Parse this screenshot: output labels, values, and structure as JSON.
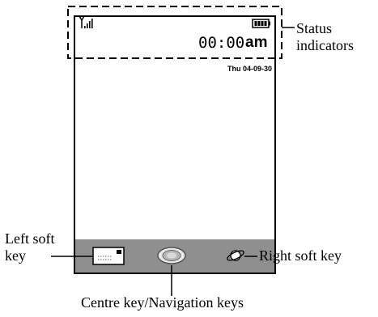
{
  "status_bar": {
    "time": "00:00",
    "ampm": "am",
    "date": "Thu 04-09-30",
    "signal_icon": "signal-strength-icon",
    "battery_icon": "battery-icon"
  },
  "soft_keys": {
    "left_icon": "message-icon",
    "centre_icon": "navigation-key-icon",
    "right_icon": "internet-icon"
  },
  "callouts": {
    "status_line1": "Status",
    "status_line2": "indicators",
    "left_line1": "Left soft",
    "left_line2": "key",
    "right": "Right soft key",
    "centre": "Centre key/Navigation keys"
  },
  "colors": {
    "soft_key_bar": "#8f8f8f",
    "frame": "#000000",
    "background": "#ffffff"
  }
}
